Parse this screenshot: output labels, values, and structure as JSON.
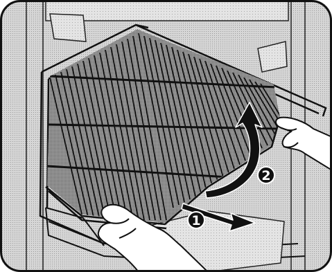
{
  "illustration": {
    "subject": "refrigerator-shelf-removal",
    "colors": {
      "background": "#ffffff",
      "line": "#111111",
      "shade": "#bdbdbd",
      "shade_dark": "#8a8a8a",
      "badge": "#111111"
    }
  },
  "steps": [
    {
      "number": "1",
      "action": "pull-forward",
      "icon": "arrow-right-icon"
    },
    {
      "number": "2",
      "action": "lift-up",
      "icon": "curved-arrow-up-icon"
    }
  ]
}
